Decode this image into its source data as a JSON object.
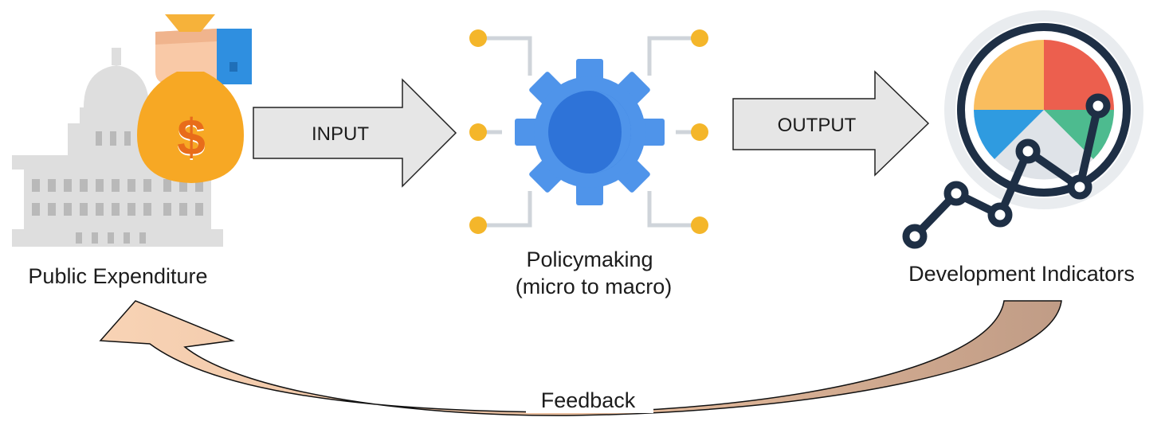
{
  "nodes": {
    "public_expenditure": {
      "label": "Public Expenditure",
      "icon": "capitol-money-bag-icon"
    },
    "policymaking": {
      "label_line1": "Policymaking",
      "label_line2": "(micro to macro)",
      "icon": "gear-circuit-icon"
    },
    "development_indicators": {
      "label": "Development Indicators",
      "icon": "pie-chart-trend-icon"
    }
  },
  "edges": {
    "input": {
      "label": "INPUT",
      "from": "Public Expenditure",
      "to": "Policymaking"
    },
    "output": {
      "label": "OUTPUT",
      "from": "Policymaking",
      "to": "Development Indicators"
    },
    "feedback": {
      "label": "Feedback",
      "from": "Development Indicators",
      "to": "Public Expenditure"
    }
  },
  "colors": {
    "arrow_fill": "#e6e6e6",
    "feedback_light": "#f8d1b3",
    "feedback_dark": "#c29e88",
    "gear_blue": "#4a90e8",
    "gear_dark": "#2f73d6",
    "bag_orange": "#f6a623",
    "building_gray": "#dcdcdc",
    "chart_navy": "#1e2f45",
    "pie_yellow": "#f9bd5e",
    "pie_red": "#ec5f4e",
    "pie_blue": "#2f9be0",
    "pie_green": "#4dbb8f"
  }
}
